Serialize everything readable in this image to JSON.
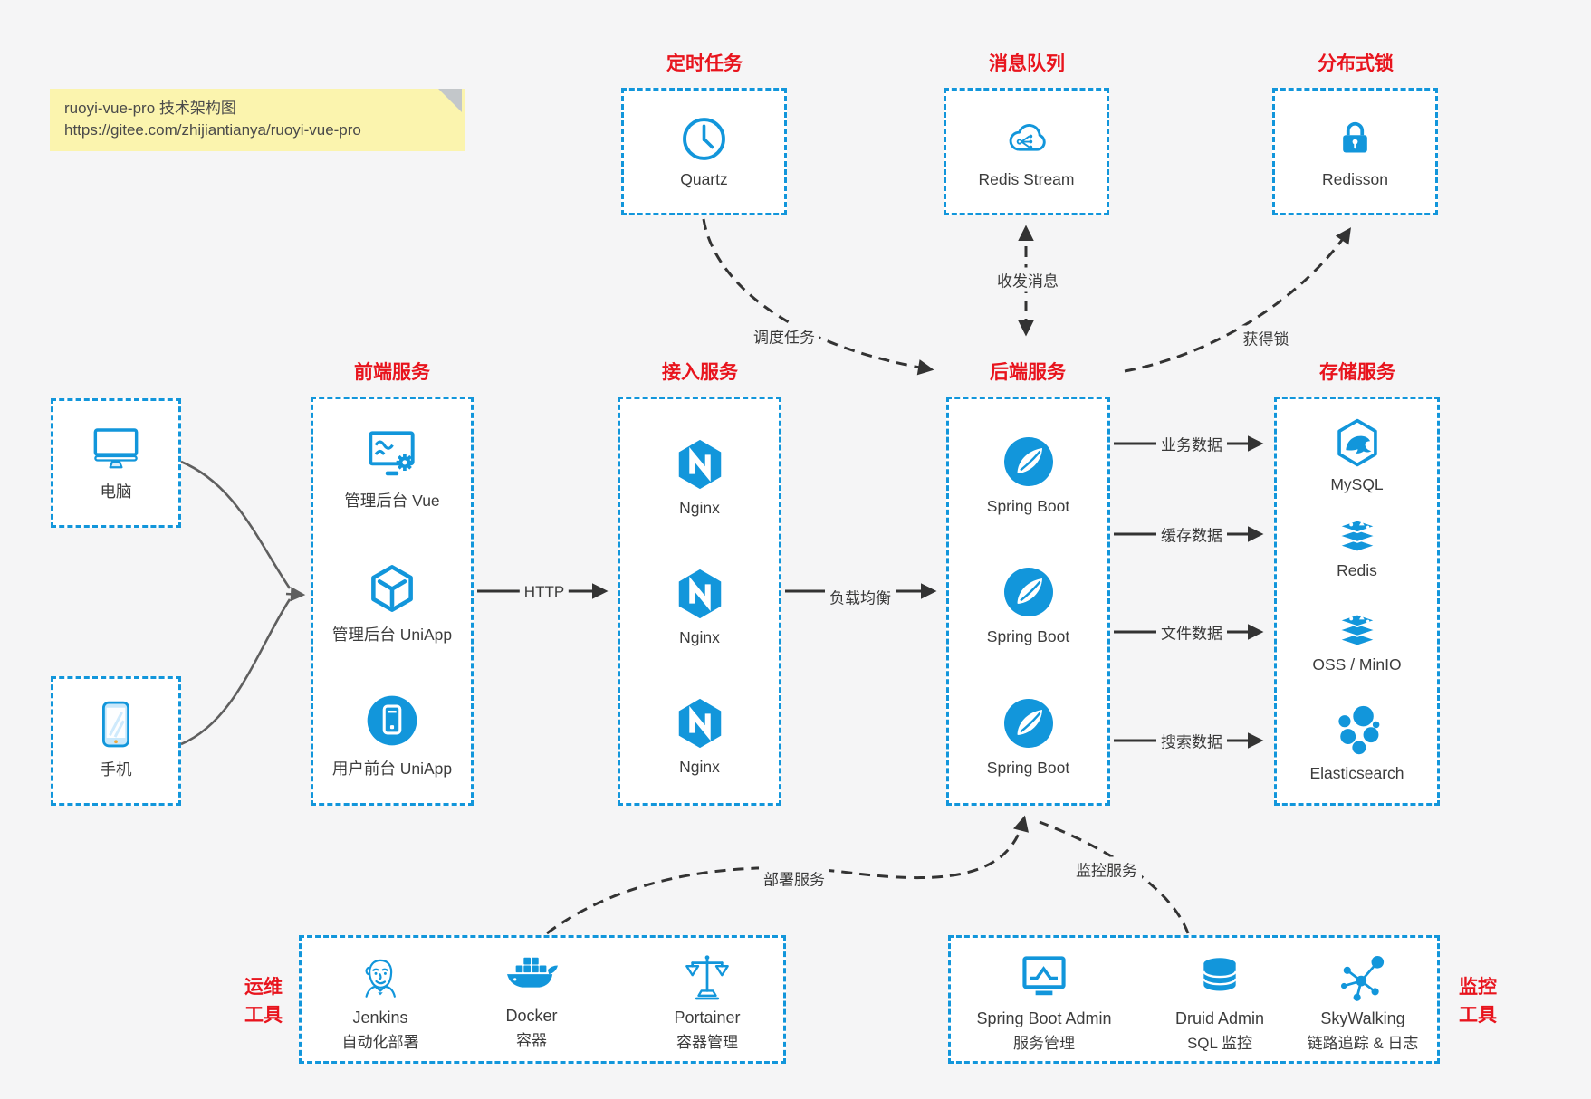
{
  "note": {
    "line1": "ruoyi-vue-pro 技术架构图",
    "line2": "https://gitee.com/zhijiantianya/ruoyi-vue-pro"
  },
  "colors": {
    "accent_blue": "#1296db",
    "title_red": "#e8141d",
    "arrow_dark": "#333333",
    "note_yellow": "#fbf4ae",
    "page_bg": "#f5f5f6"
  },
  "groups": {
    "scheduled": {
      "title": "定时任务",
      "item": "Quartz"
    },
    "mq": {
      "title": "消息队列",
      "item": "Redis Stream"
    },
    "lock": {
      "title": "分布式锁",
      "item": "Redisson"
    },
    "clients": {
      "pc": "电脑",
      "phone": "手机"
    },
    "frontend": {
      "title": "前端服务",
      "items": [
        "管理后台 Vue",
        "管理后台 UniApp",
        "用户前台 UniApp"
      ]
    },
    "gateway": {
      "title": "接入服务",
      "items": [
        "Nginx",
        "Nginx",
        "Nginx"
      ]
    },
    "backend": {
      "title": "后端服务",
      "items": [
        "Spring Boot",
        "Spring Boot",
        "Spring Boot"
      ]
    },
    "storage": {
      "title": "存储服务",
      "items": [
        "MySQL",
        "Redis",
        "OSS / MinIO",
        "Elasticsearch"
      ]
    },
    "ops": {
      "title_line1": "运维",
      "title_line2": "工具",
      "items": [
        {
          "name": "Jenkins",
          "desc": "自动化部署"
        },
        {
          "name": "Docker",
          "desc": "容器"
        },
        {
          "name": "Portainer",
          "desc": "容器管理"
        }
      ]
    },
    "monitor": {
      "title_line1": "监控",
      "title_line2": "工具",
      "items": [
        {
          "name": "Spring Boot Admin",
          "desc": "服务管理"
        },
        {
          "name": "Druid Admin",
          "desc": "SQL 监控"
        },
        {
          "name": "SkyWalking",
          "desc": "链路追踪 & 日志"
        }
      ]
    }
  },
  "edges": {
    "http": "HTTP",
    "lb": "负载均衡",
    "schedule": "调度任务",
    "message": "收发消息",
    "lock": "获得锁",
    "biz": "业务数据",
    "cache": "缓存数据",
    "file": "文件数据",
    "search": "搜索数据",
    "deploy": "部署服务",
    "monitor": "监控服务"
  }
}
